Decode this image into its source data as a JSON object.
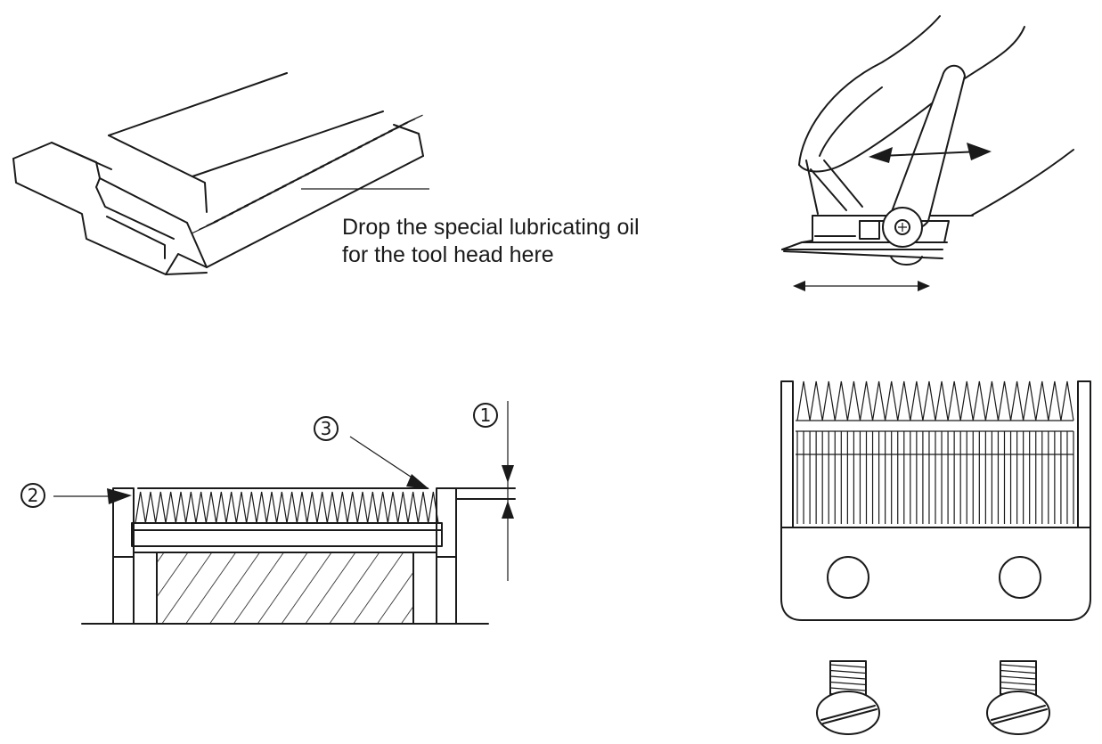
{
  "oil_note": {
    "line1": "Drop the special lubricating oil",
    "line2": "for the tool head here"
  },
  "callouts": {
    "c1": "1",
    "c2": "2",
    "c3": "3"
  },
  "colors": {
    "ink": "#1a1a1a",
    "background": "#ffffff"
  }
}
